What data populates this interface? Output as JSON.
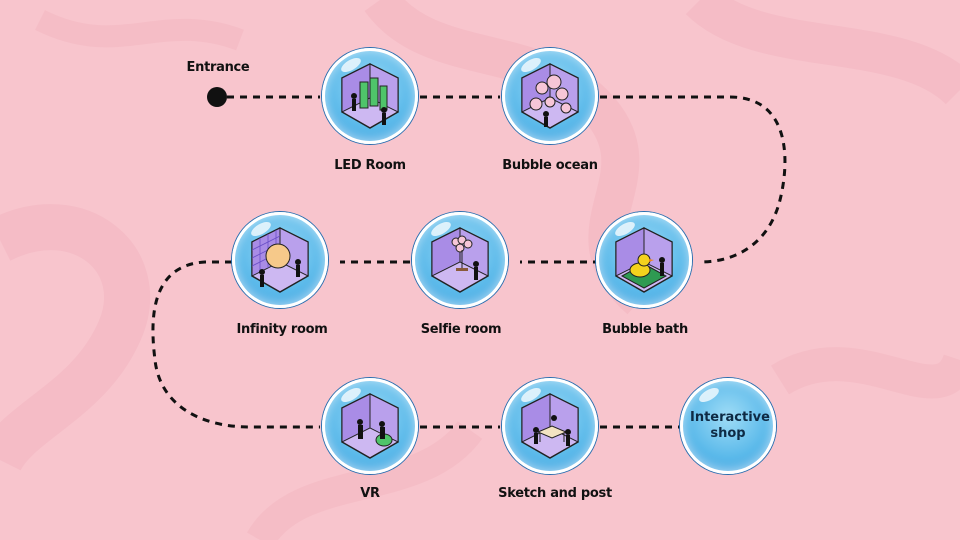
{
  "entrance_label": "Entrance",
  "rooms": [
    {
      "id": "led",
      "label": "LED Room",
      "icon": "led-room-icon"
    },
    {
      "id": "bubble-ocean",
      "label": "Bubble ocean",
      "icon": "bubble-ocean-icon"
    },
    {
      "id": "infinity",
      "label": "Infinity room",
      "icon": "infinity-room-icon"
    },
    {
      "id": "selfie",
      "label": "Selfie room",
      "icon": "selfie-room-icon"
    },
    {
      "id": "bubble-bath",
      "label": "Bubble bath",
      "icon": "bubble-bath-icon"
    },
    {
      "id": "vr",
      "label": "VR",
      "icon": "vr-room-icon"
    },
    {
      "id": "sketch",
      "label": "Sketch and post",
      "icon": "sketch-room-icon"
    },
    {
      "id": "shop",
      "label": "Interactive shop",
      "icon": "shop-bubble-icon"
    }
  ],
  "colors": {
    "background": "#f8c5cd",
    "bubble": "#5ab9ea",
    "room_wall": "#a98ce6",
    "room_floor": "#cdb8f2",
    "path": "#111111"
  }
}
